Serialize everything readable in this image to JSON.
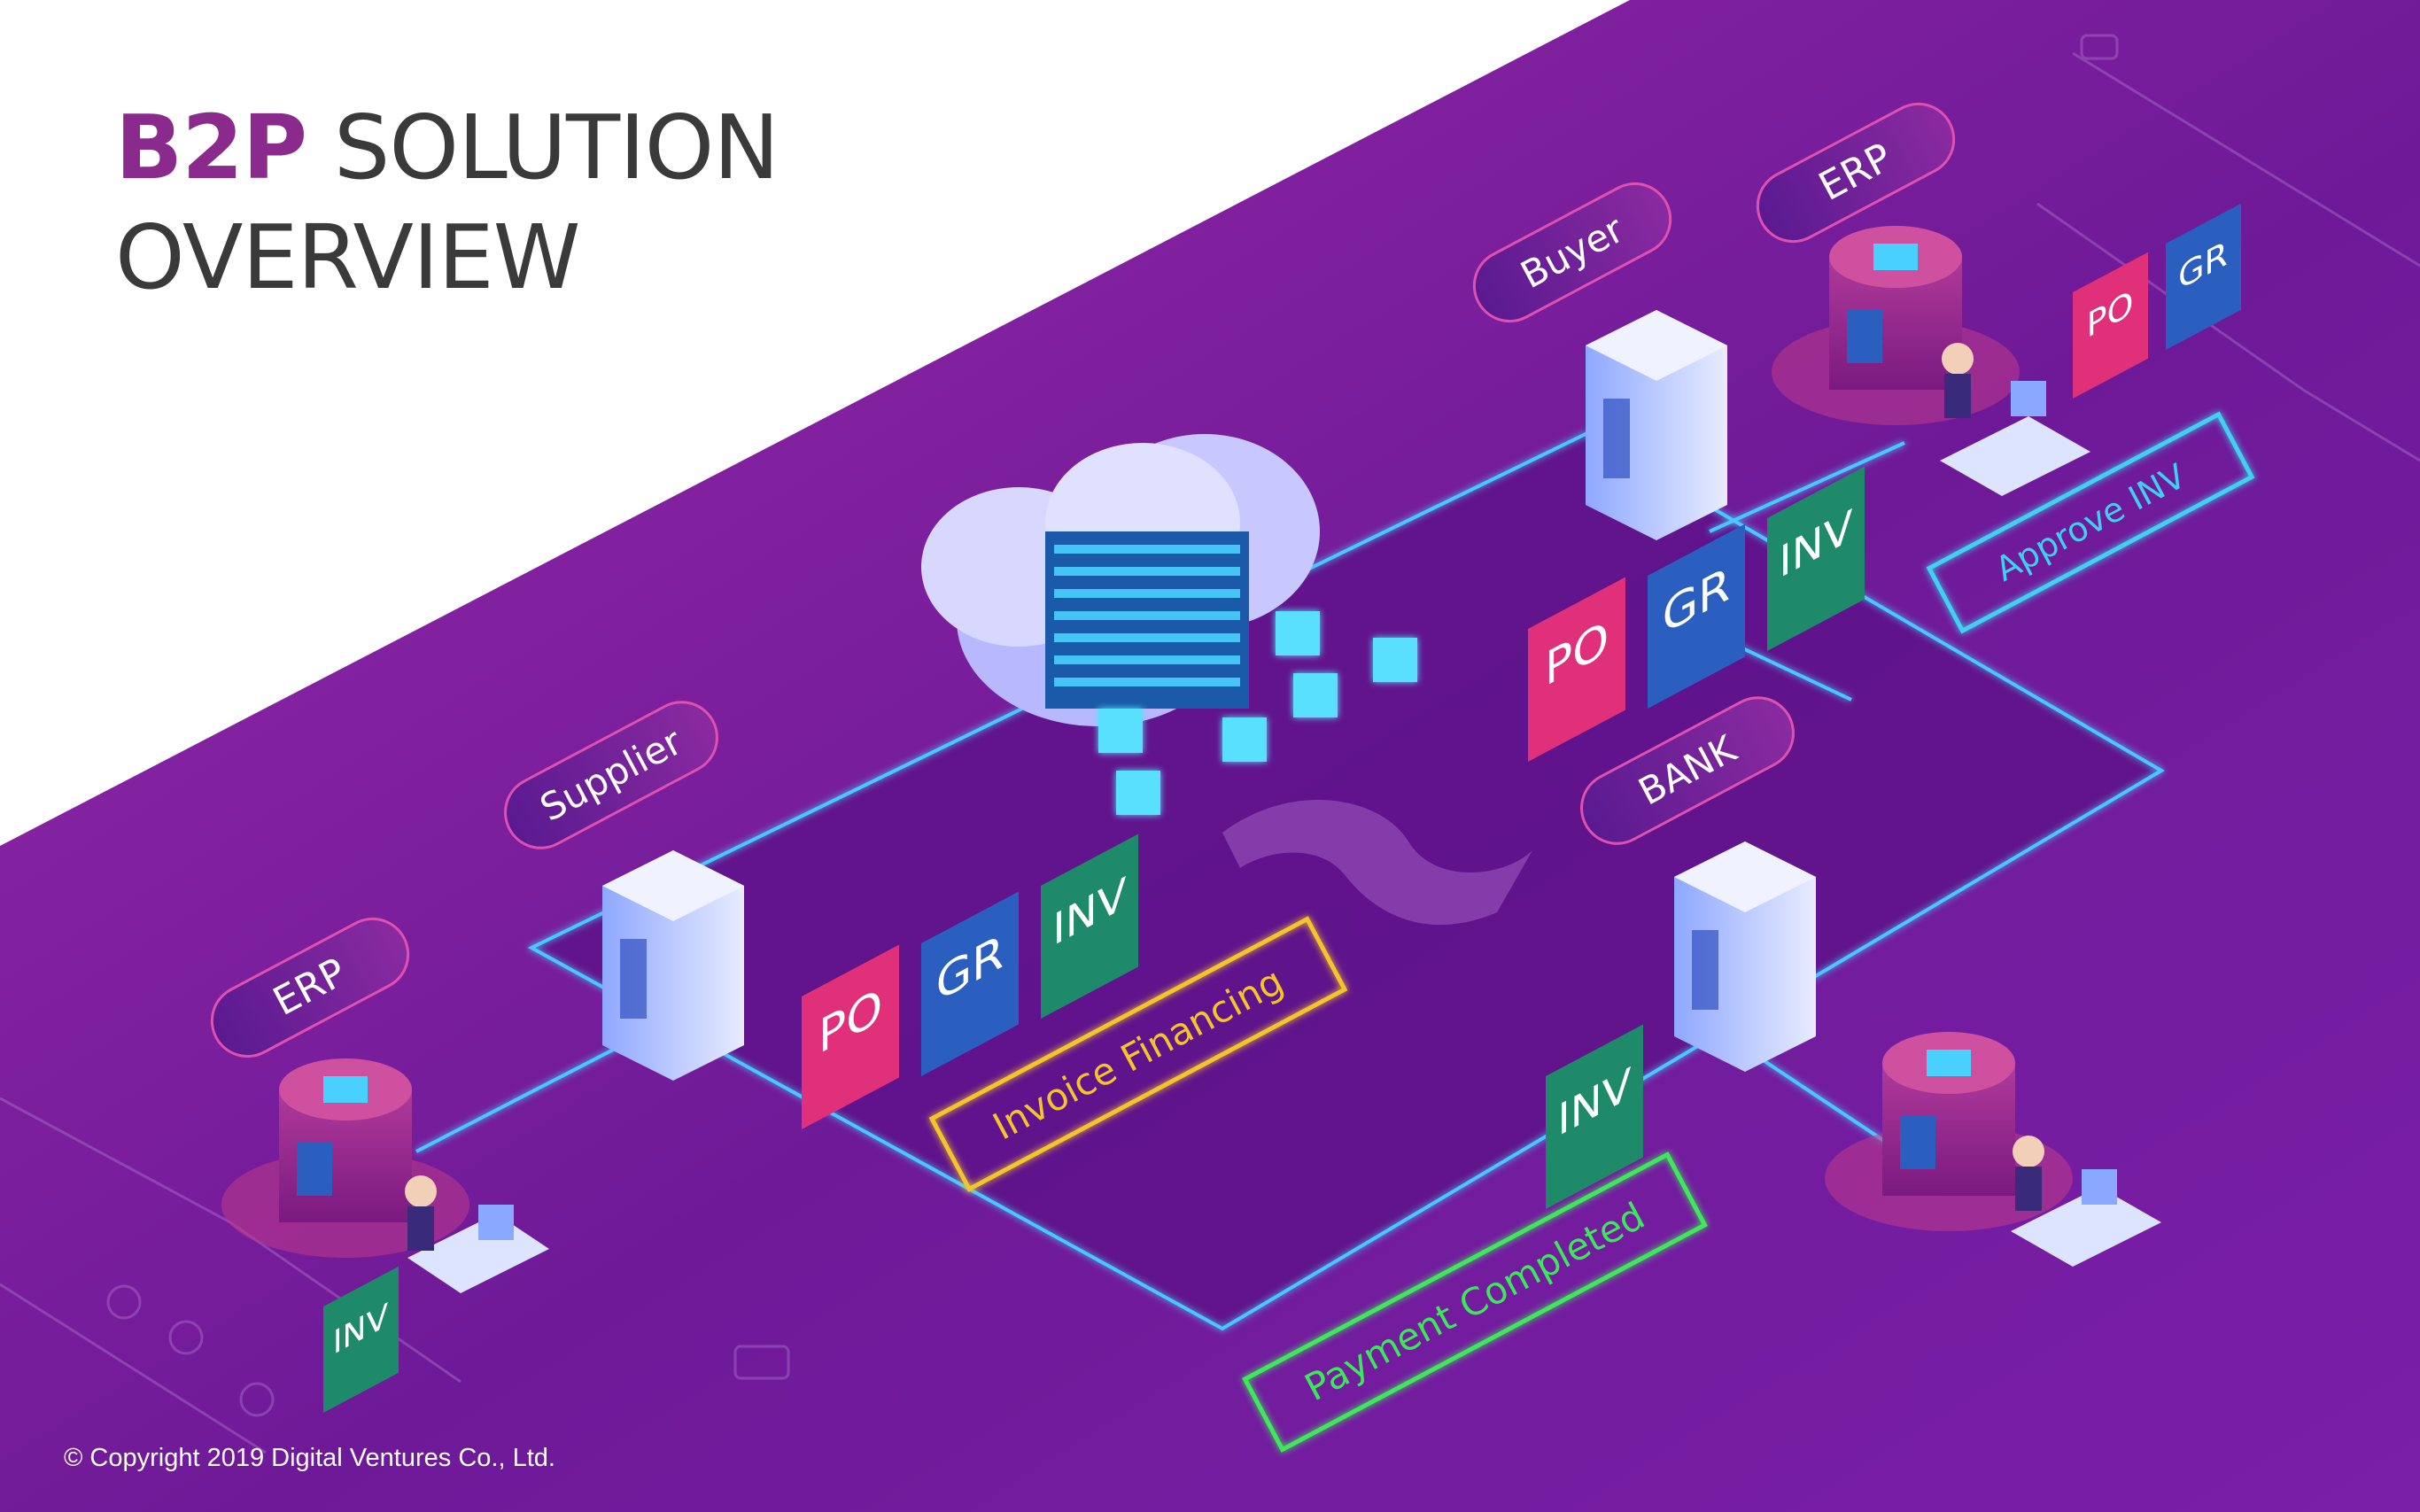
{
  "title": {
    "accent": "B2P",
    "rest": " SOLUTION",
    "line2": "OVERVIEW"
  },
  "nodes": {
    "supplier": "Supplier",
    "buyer": "Buyer",
    "bank": "BANK",
    "erp_left": "ERP",
    "erp_right": "ERP"
  },
  "documents": {
    "po": "PO",
    "gr": "GR",
    "inv": "INV"
  },
  "status": {
    "invoice_financing": "Invoice Financing",
    "payment_completed": "Payment Completed",
    "approve_inv": "Approve INV"
  },
  "copyright": "© Copyright 2019 Digital Ventures Co., Ltd.",
  "colors": {
    "background_purple": "#7a1fa0",
    "white_area": "#ffffff",
    "title_text": "#3a3a3a",
    "title_accent": "#8a2a8c",
    "neon_blue": "#48c8ff",
    "doc_pink": "#e0307a",
    "doc_blue": "#2a5fc0",
    "doc_green": "#1f8a6a",
    "invoice_financing": "#f2c52c",
    "payment_completed": "#3ce85a",
    "approve_inv": "#3fd0f0"
  }
}
